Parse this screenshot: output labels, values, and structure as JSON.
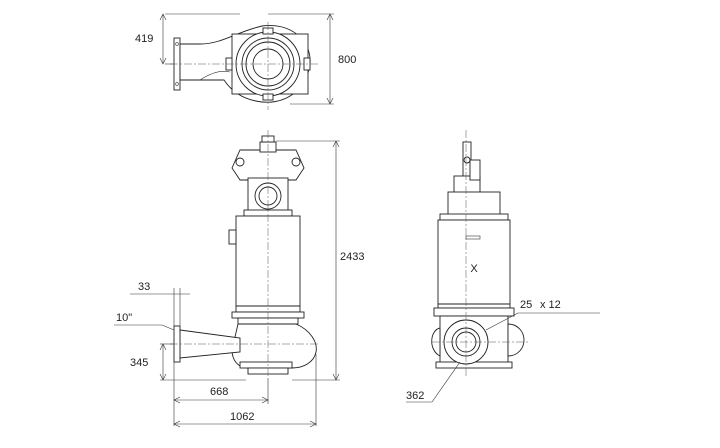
{
  "drawing": {
    "colors": {
      "line": "#222222",
      "background": "#ffffff"
    },
    "dimensions": {
      "top_offset": "419",
      "top_height": "800",
      "total_height": "2433",
      "flange_thickness": "33",
      "outlet_size": "10\"",
      "outlet_height": "345",
      "outlet_to_axis": "668",
      "total_length": "1062",
      "holes_size": "25",
      "holes_count": "x 12",
      "flange_width": "362"
    },
    "logo_text": "X"
  }
}
